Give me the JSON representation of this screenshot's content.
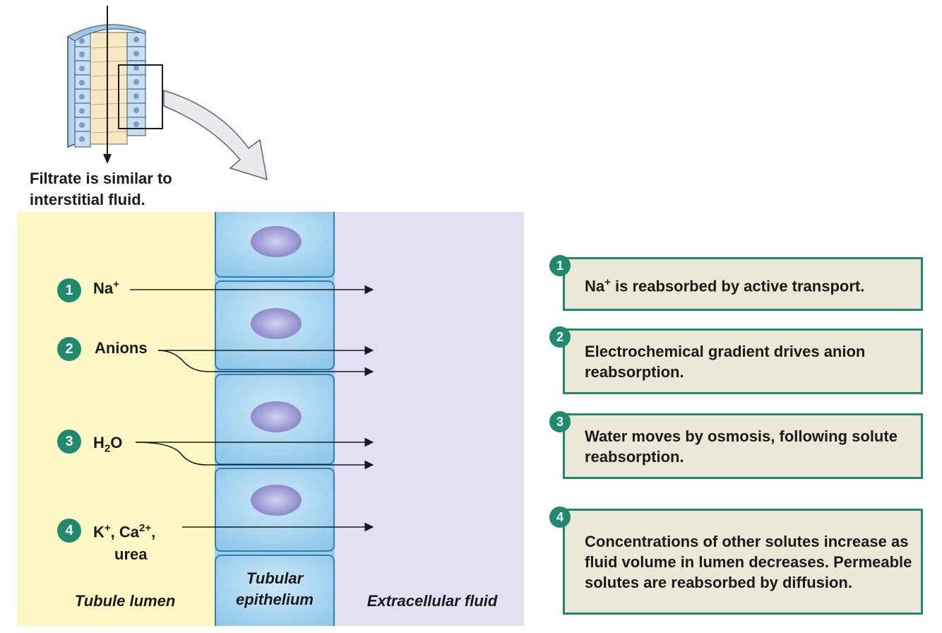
{
  "caption": {
    "line1": "Filtrate is similar to",
    "line2": "interstitial fluid."
  },
  "regions": {
    "lumen": "Tubule lumen",
    "epithelium_line1": "Tubular",
    "epithelium_line2": "epithelium",
    "ecf": "Extracellular fluid"
  },
  "solutes": [
    {
      "step": "1",
      "main": "Na",
      "sup": "+"
    },
    {
      "step": "2",
      "main": "Anions"
    },
    {
      "step": "3",
      "pre": "H",
      "sub": "2",
      "post": "O"
    },
    {
      "step": "4",
      "k": "K",
      "k_sup": "+",
      "sep": ", Ca",
      "ca_sup": "2+",
      "tail": ",",
      "line2": "urea"
    }
  ],
  "descriptions": [
    {
      "step": "1",
      "pre": "Na",
      "sup": "+",
      "text": " is reabsorbed by active transport."
    },
    {
      "step": "2",
      "text": "Electrochemical gradient drives anion reabsorption."
    },
    {
      "step": "3",
      "text": "Water moves by osmosis, following solute reabsorption."
    },
    {
      "step": "4",
      "text": "Concentrations of other solutes increase as fluid volume in lumen decreases. Permeable solutes are reabsorbed by diffusion."
    }
  ],
  "colors": {
    "lumen": "#fdf8c4",
    "ecf": "#e2e0f2",
    "cell": "#a6d6ef",
    "nucleus": "#8b88c9",
    "badge": "#1e8a6e",
    "box_fill": "#ece8d8"
  }
}
